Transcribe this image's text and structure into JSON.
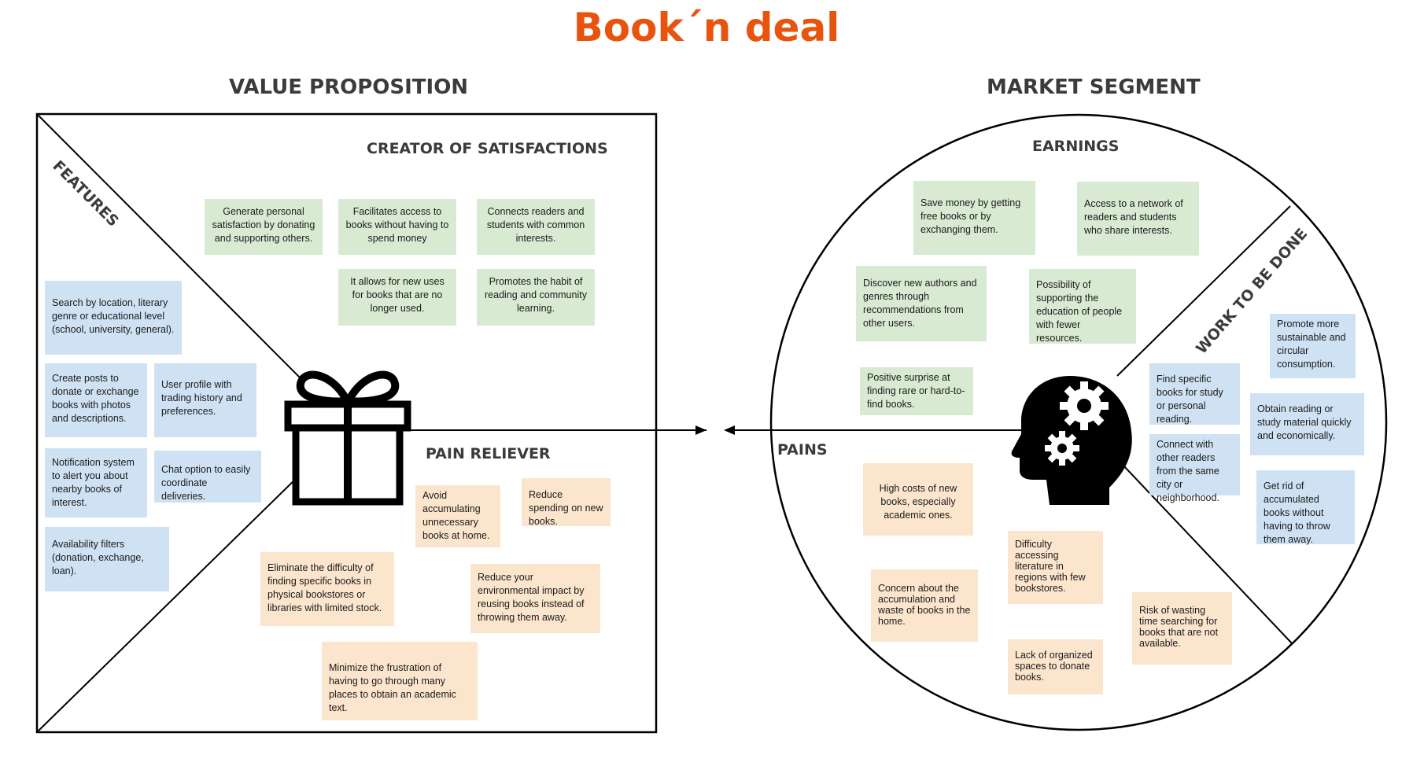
{
  "title": "Book´n deal",
  "value_proposition": {
    "heading": "VALUE PROPOSITION",
    "features_label": "FEATURES",
    "creator_label": "CREATOR OF SATISFACTIONS",
    "pain_reliever_label": "PAIN RELIEVER",
    "creator_notes": [
      "Generate personal satisfaction by donating and supporting others.",
      "Facilitates access to books without having to spend money",
      "Connects readers and students with common interests.",
      "It allows for new uses for books that are no longer used.",
      "Promotes the habit of reading and community learning."
    ],
    "feature_notes": [
      "Search by location, literary genre or educational level (school, university, general).",
      "Create posts to donate or exchange books with photos and descriptions.",
      "User profile with trading history and preferences.",
      "Notification system to alert you about nearby books of interest.",
      "Chat option to easily coordinate deliveries.",
      "Availability filters (donation, exchange, loan)."
    ],
    "pain_reliever_notes": [
      "Avoid accumulating unnecessary books at home.",
      "Reduce spending on new books.",
      "Eliminate the difficulty of finding specific books in physical bookstores or libraries with limited stock.",
      "Reduce your environmental impact by reusing books instead of throwing them away.",
      "Minimize the frustration of having to go through many places to obtain an academic text."
    ]
  },
  "market_segment": {
    "heading": "MARKET SEGMENT",
    "earnings_label": "EARNINGS",
    "work_label": "WORK TO BE DONE",
    "pains_label": "PAINS",
    "earnings_notes": [
      "Save money by getting free books or by exchanging them.",
      "Access to a network of readers and students who share interests.",
      "Discover new authors and genres through recommendations from other users.",
      "Possibility of supporting the education of people with fewer resources.",
      "Positive surprise at finding rare or hard-to-find books."
    ],
    "work_notes": [
      "Promote more sustainable and circular consumption.",
      "Find specific books for study or personal reading.",
      "Obtain reading or study material quickly and economically.",
      "Connect with other readers from the same city or neighborhood.",
      "Get rid of accumulated books without having to throw them away."
    ],
    "pains_notes": [
      "High costs of new books, especially academic ones.",
      "Difficulty accessing literature in regions with few bookstores.",
      "Concern about the accumulation and waste of books in the home.",
      "Risk of wasting time searching for books that are not available.",
      "Lack of organized spaces to donate books."
    ]
  },
  "colors": {
    "title": "#e8530e",
    "green_note": "#d9ead3",
    "blue_note": "#cfe2f3",
    "orange_note": "#fce5cd"
  },
  "icons": [
    "gift-icon",
    "head-gears-icon",
    "arrow-left-icon",
    "arrow-right-icon"
  ]
}
